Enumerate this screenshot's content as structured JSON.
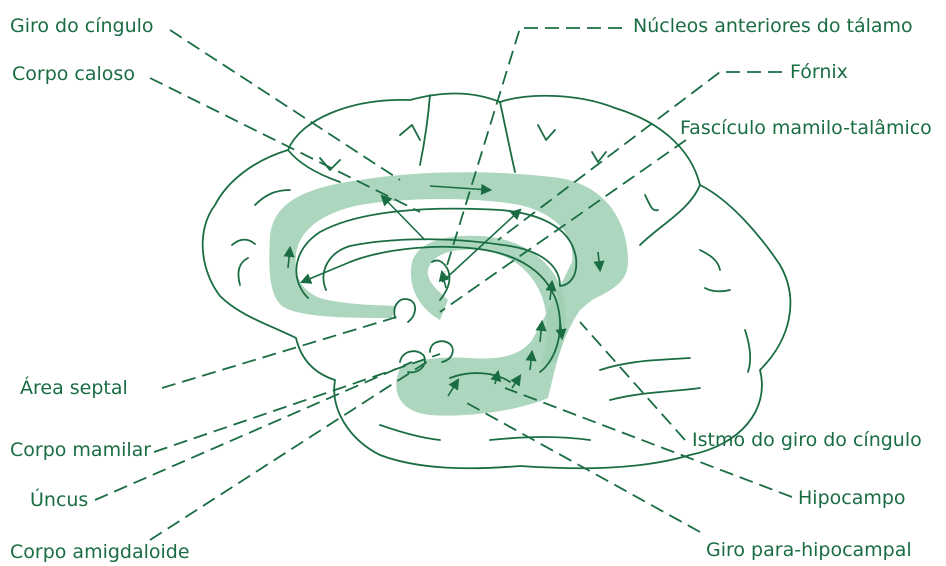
{
  "labels": {
    "giro_cingulo": "Giro do cíngulo",
    "corpo_caloso": "Corpo caloso",
    "nucleos_anteriores": "Núcleos anteriores do tálamo",
    "fornix": "Fórnix",
    "fasciculo": "Fascículo mamilo-talâmico",
    "area_septal": "Área septal",
    "corpo_mamilar": "Corpo mamilar",
    "uncus": "Úncus",
    "corpo_amigdaloide": "Corpo amigdaloide",
    "istmo": "Istmo do giro do cíngulo",
    "hipocampo": "Hipocampo",
    "giro_para_hipocampal": "Giro para-hipocampal"
  },
  "colors": {
    "line": "#1a6d43",
    "limbic_fill": "#9fcfb3",
    "background": "#ffffff"
  }
}
